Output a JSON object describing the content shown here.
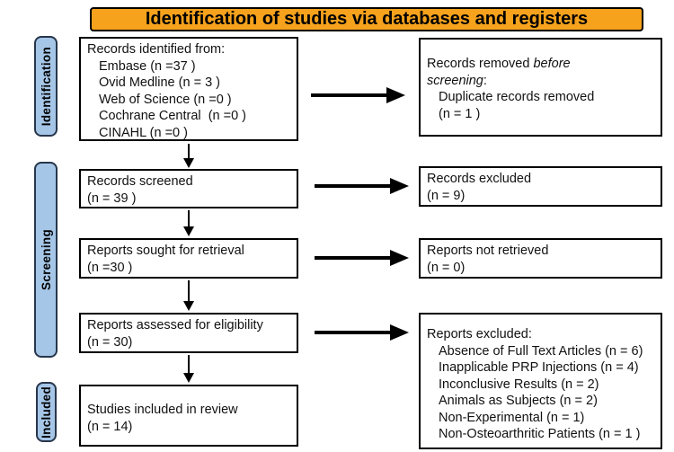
{
  "banner": {
    "title": "Identification of studies via databases and registers"
  },
  "sidebar": {
    "identification": "Identification",
    "screening": "Screening",
    "included": "Included"
  },
  "boxes": {
    "records_identified": {
      "title": "Records identified from:",
      "items": [
        "Embase (n =37 )",
        "Ovid Medline (n = 3 )",
        "Web of Science (n =0 )",
        "Cochrane Central  (n =0 )",
        "CINAHL (n =0 )"
      ]
    },
    "records_removed": {
      "line1_plain": "Records removed ",
      "line1_italic": "before",
      "line2_italic": "screening",
      "line2_plain": ":",
      "items": [
        "Duplicate records removed",
        "(n = 1 )"
      ]
    },
    "records_screened": {
      "line1": "Records screened",
      "line2": "(n = 39 )"
    },
    "records_excluded": {
      "line1": "Records excluded",
      "line2": "(n = 9)"
    },
    "reports_sought": {
      "line1": "Reports sought for retrieval",
      "line2": "(n =30 )"
    },
    "reports_not_retrieved": {
      "line1": "Reports not retrieved",
      "line2": "(n = 0)"
    },
    "reports_assessed": {
      "line1": "Reports assessed for eligibility",
      "line2": "(n = 30)"
    },
    "reports_excluded": {
      "title": "Reports excluded:",
      "items": [
        "Absence of Full Text Articles (n = 6)",
        "Inapplicable PRP Injections (n = 4)",
        "Inconclusive Results (n = 2)",
        "Animals as Subjects (n = 2)",
        "Non-Experimental (n = 1)",
        "Non-Osteoarthritic Patients (n = 1 )"
      ]
    },
    "studies_included": {
      "line1": "Studies included in review",
      "line2": "(n = 14)"
    }
  },
  "colors": {
    "banner_bg": "#F6A21C",
    "sidebar_bg": "#A6C6E7",
    "sidebar_border": "#27364B",
    "box_border": "#000000",
    "arrow": "#000000",
    "text": "#111111"
  }
}
